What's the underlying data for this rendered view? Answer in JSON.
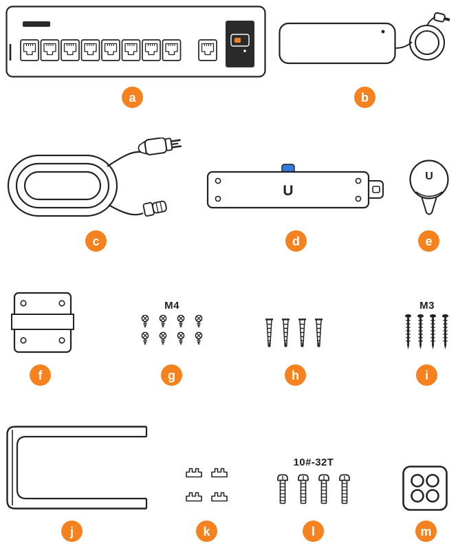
{
  "page": {
    "background": "#ffffff",
    "line_color": "#222222",
    "accent_color": "#F5821F",
    "clip_color": "#3579DE"
  },
  "items": [
    {
      "letter": "a",
      "name": "network-switch-device"
    },
    {
      "letter": "b",
      "name": "power-adapter"
    },
    {
      "letter": "c",
      "name": "power-cord"
    },
    {
      "letter": "d",
      "name": "backing-plate",
      "logo": "U"
    },
    {
      "letter": "e",
      "name": "round-mount",
      "logo": "U"
    },
    {
      "letter": "f",
      "name": "mounting-bracket"
    },
    {
      "letter": "g",
      "name": "m4-screws",
      "caption": "M4",
      "count": 8
    },
    {
      "letter": "h",
      "name": "screw-anchors",
      "count": 4
    },
    {
      "letter": "i",
      "name": "m3-screws",
      "caption": "M3",
      "count": 4
    },
    {
      "letter": "j",
      "name": "wall-mount-frame"
    },
    {
      "letter": "k",
      "name": "cable-clips",
      "count": 4
    },
    {
      "letter": "l",
      "name": "rack-screws",
      "caption": "10#-32T",
      "count": 4
    },
    {
      "letter": "m",
      "name": "hole-plate"
    }
  ]
}
